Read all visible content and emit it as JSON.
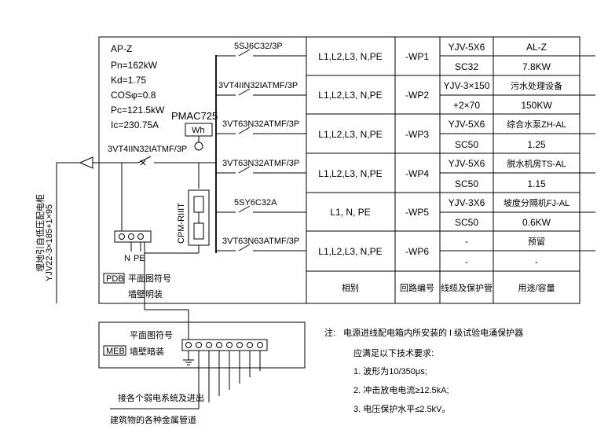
{
  "panel": {
    "name": "AP-Z",
    "pn": "Pn=162kW",
    "kd": "Kd=1.75",
    "cos": "COSφ=0.8",
    "pc": "Pc=121.5kW",
    "ic": "Ic=230.75A"
  },
  "meter": {
    "model": "PMAC725",
    "unit": "Wh"
  },
  "main_breaker": "3VT4IIN32IATMF/3P",
  "spd": "CPM-RIIIT",
  "incoming_cable": "YJV22-3×185+1×95",
  "incoming_note": "埋地引自低压配电柜",
  "terminal_labels": {
    "n": "N",
    "pe": "PE"
  },
  "pdb": {
    "tag": "PDB",
    "line1": "平面图符号",
    "line2": "墙壁明装"
  },
  "meb": {
    "tag": "MEB",
    "line1": "平面图符号",
    "line2": "墙壁暗装"
  },
  "ground_text": {
    "line1": "接各个弱电系统及进出",
    "line2": "建筑物的各种金属管道"
  },
  "feeders": [
    {
      "breaker": "5SJ6C32/3P",
      "phase": "L1,L2,L3, N,PE",
      "circuit": "-WP1",
      "cable": "YJV-5X6",
      "conduit": "SC32",
      "use": "AL-Z",
      "capacity": "7.8KW"
    },
    {
      "breaker": "3VT4IIN32IATMF/3P",
      "phase": "L1,L2,L3, N,PE",
      "circuit": "-WP2",
      "cable": "YJV-3×150",
      "conduit": "+2×70",
      "use": "污水处理设备",
      "capacity": "150KW"
    },
    {
      "breaker": "3VT63N32ATMF/3P",
      "phase": "L1,L2,L3, N,PE",
      "circuit": "-WP3",
      "cable": "YJV-5X6",
      "conduit": "SC50",
      "use": "综合水泵ZH-AL",
      "capacity": "1.25"
    },
    {
      "breaker": "3VT63N32ATMF/3P",
      "phase": "L1,L2,L3, N,PE",
      "circuit": "-WP4",
      "cable": "YJV-5X6",
      "conduit": "SC50",
      "use": "脱水机房TS-AL",
      "capacity": "1.15"
    },
    {
      "breaker": "5SY6C32A",
      "phase": "L1, N, PE",
      "circuit": "-WP5",
      "cable": "YJV-3X6",
      "conduit": "SC50",
      "use": "坡度分隔机FJ-AL",
      "capacity": "0.6KW"
    },
    {
      "breaker": "3VT63N63ATMF/3P",
      "phase": "L1,L2,L3, N,PE",
      "circuit": "-WP6",
      "cable": "-",
      "conduit": "-",
      "use": "预留",
      "capacity": "-"
    }
  ],
  "headers": {
    "phase": "相别",
    "circuit": "回路编号",
    "cable": "线缆及保护管",
    "use": "用途/容量"
  },
  "notes": {
    "prefix": "注:",
    "line1": "电源进线配电箱内所安装的 I 级试验电涌保护器",
    "line2": "应满足以下技术要求:",
    "items": [
      "1. 波形为10/350μs;",
      "2. 冲击放电电流≥12.5kA;",
      "3. 电压保护水平≤2.5kV。"
    ]
  }
}
